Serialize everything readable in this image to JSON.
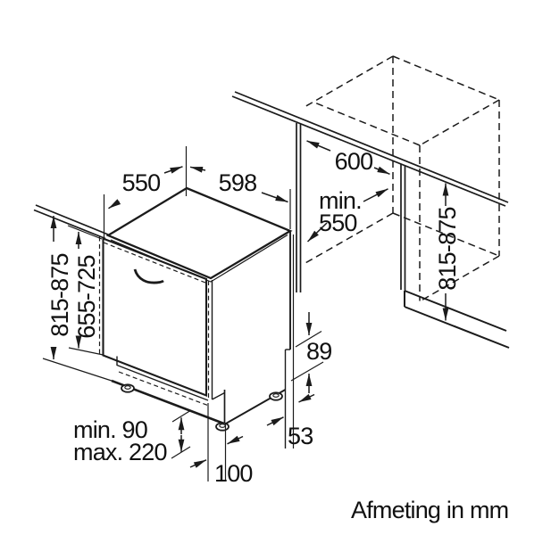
{
  "diagram": {
    "caption": "Afmeting in mm",
    "dimensions": {
      "appliance_depth": "550",
      "appliance_width": "598",
      "niche_width": "600",
      "niche_depth_line1": "min.",
      "niche_depth_line2": "550",
      "appliance_height_left": "815-875",
      "door_height": "655-725",
      "niche_height_right": "815-875",
      "rear_panel_height": "89",
      "plinth_clearance_min": "min. 90",
      "plinth_clearance_max": "max. 220",
      "foot_inset_front": "100",
      "foot_inset_rear": "53"
    }
  }
}
